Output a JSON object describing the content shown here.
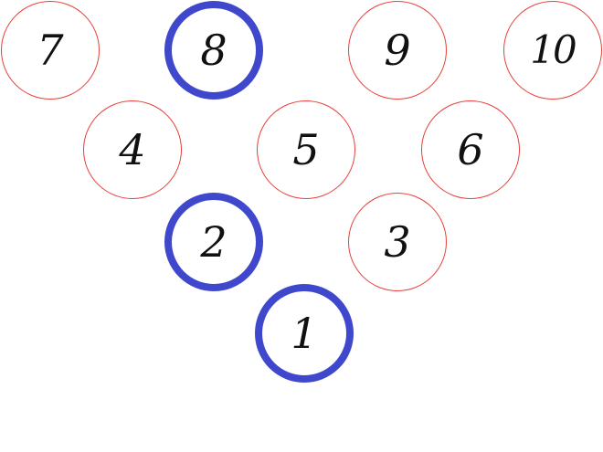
{
  "colors": {
    "selected_ring": "#3f48cc",
    "unselected_ring": "#e8403a",
    "number": "#111111",
    "background": "#ffffff"
  },
  "pins": [
    {
      "label": "7",
      "selected": false
    },
    {
      "label": "8",
      "selected": true
    },
    {
      "label": "9",
      "selected": false
    },
    {
      "label": "10",
      "selected": false
    },
    {
      "label": "4",
      "selected": false
    },
    {
      "label": "5",
      "selected": false
    },
    {
      "label": "6",
      "selected": false
    },
    {
      "label": "2",
      "selected": true
    },
    {
      "label": "3",
      "selected": false
    },
    {
      "label": "1",
      "selected": true
    }
  ]
}
